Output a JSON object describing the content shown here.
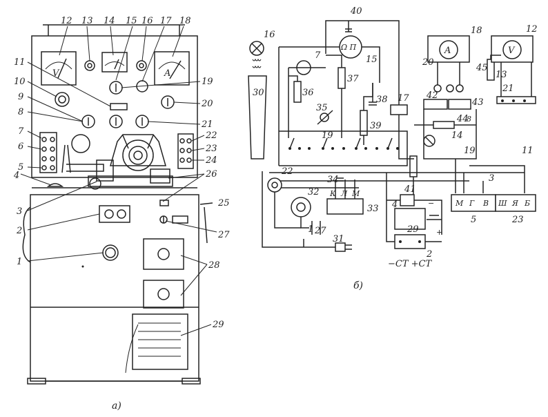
{
  "figure": {
    "caption_a": "а)",
    "caption_b": "б)"
  },
  "stand_view": {
    "callouts": [
      "1",
      "2",
      "3",
      "4",
      "5",
      "6",
      "7",
      "8",
      "9",
      "10",
      "11",
      "12",
      "13",
      "14",
      "15",
      "16",
      "17",
      "18",
      "19",
      "20",
      "21",
      "22",
      "23",
      "24",
      "25",
      "26",
      "27",
      "28",
      "29"
    ],
    "voltmeter_letter": "V",
    "ammeter_letter": "A"
  },
  "schematic": {
    "labels": {
      "n40": "40",
      "n16": "16",
      "n15": "15",
      "n18": "18",
      "n12": "12",
      "n7": "7",
      "n37": "37",
      "n36": "36",
      "n38": "38",
      "n39": "39",
      "n35": "35",
      "n17": "17",
      "n20": "20",
      "n45": "45",
      "n13": "13",
      "n21": "21",
      "n30": "30",
      "n19a": "19",
      "n42": "42",
      "n43": "43",
      "n44": "44",
      "n14": "14",
      "n19b": "19",
      "n11": "11",
      "n22": "22",
      "n34": "34",
      "n32": "32",
      "n33": "33",
      "n41": "41",
      "n4": "4",
      "n29": "29",
      "n2": "2",
      "n1": "1",
      "n27": "27",
      "n31": "31",
      "n5": "5",
      "n23": "23",
      "n3": "3"
    },
    "tachometer_symbol": "Ω П",
    "ammeter_symbol": "A",
    "voltmeter_symbol": "V",
    "relay_terminals": [
      "К",
      "Л",
      "М"
    ],
    "block5_terminals": [
      "М",
      "Г",
      "В"
    ],
    "block23_terminals": [
      "Ш",
      "Я",
      "Б"
    ],
    "battery_label": "−СТ +СТ",
    "meter_terminal_8": "8",
    "plus": "+",
    "minus": "−"
  }
}
